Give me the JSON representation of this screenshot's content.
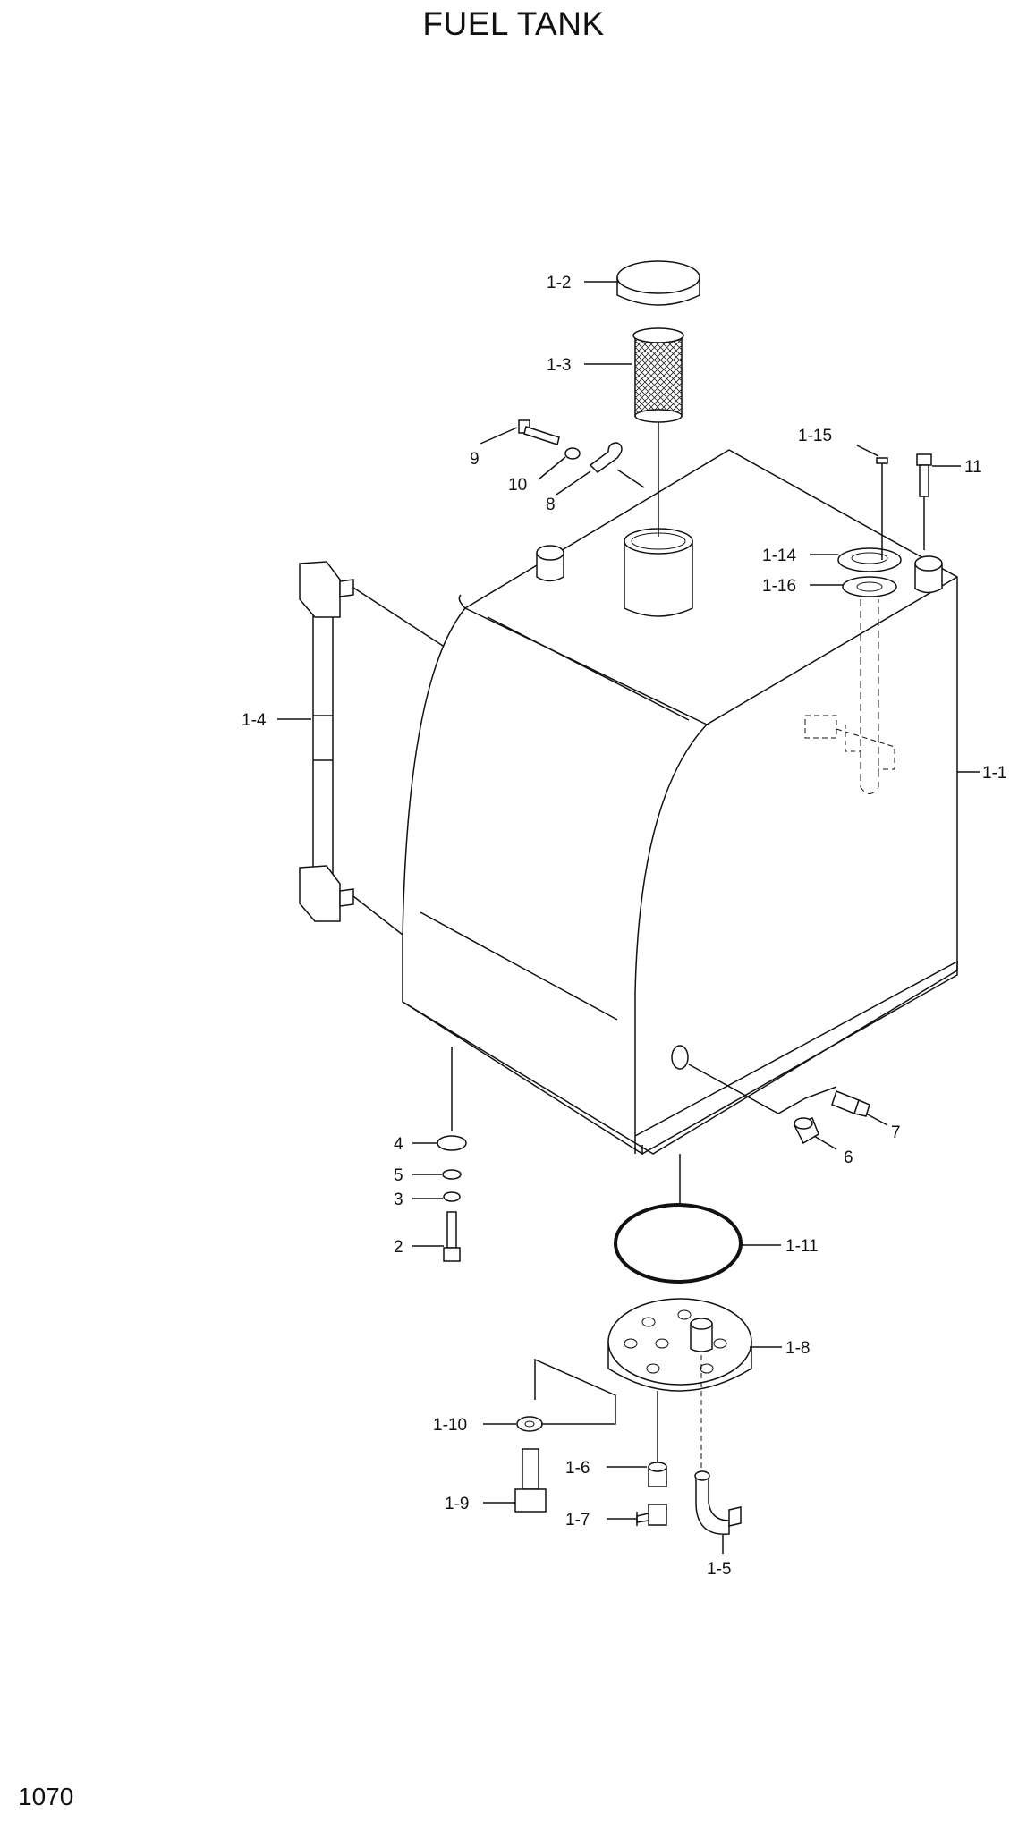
{
  "title": "FUEL TANK",
  "page_number": "1070",
  "parts": {
    "p1_1": "1-1",
    "p1_2": "1-2",
    "p1_3": "1-3",
    "p1_4": "1-4",
    "p1_5": "1-5",
    "p1_6": "1-6",
    "p1_7": "1-7",
    "p1_8": "1-8",
    "p1_9": "1-9",
    "p1_10": "1-10",
    "p1_11": "1-11",
    "p1_14": "1-14",
    "p1_15": "1-15",
    "p1_16": "1-16",
    "p2": "2",
    "p3": "3",
    "p4": "4",
    "p5": "5",
    "p6": "6",
    "p7": "7",
    "p8": "8",
    "p9": "9",
    "p10": "10",
    "p11": "11"
  }
}
